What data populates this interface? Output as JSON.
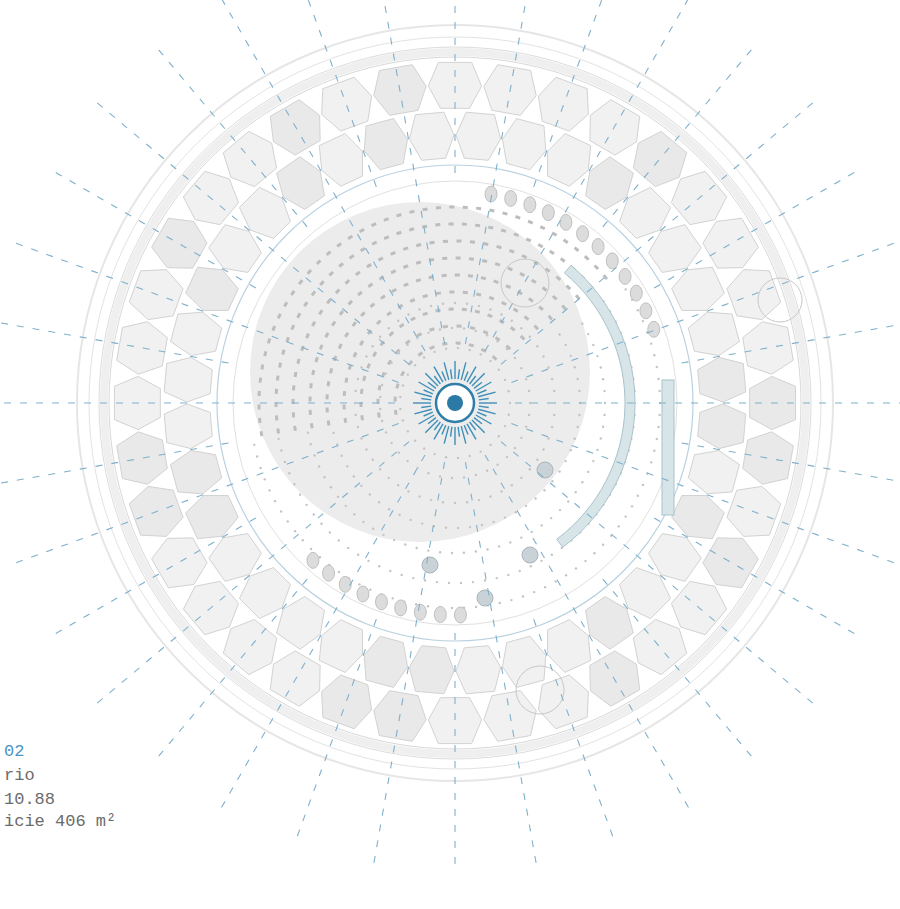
{
  "diagram": {
    "labels": [
      "02",
      "rio",
      "10.88",
      "icie 406 m²"
    ]
  }
}
